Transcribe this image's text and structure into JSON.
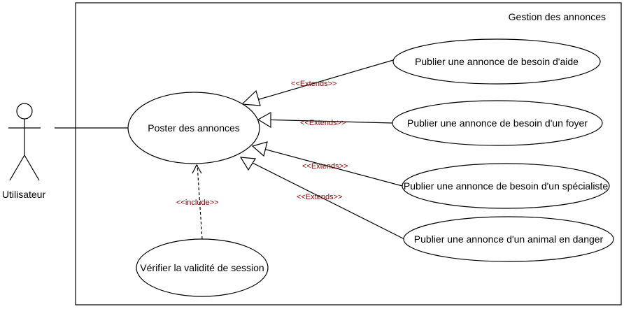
{
  "system": {
    "name": "Gestion des annonces"
  },
  "actor": {
    "name": "Utilisateur"
  },
  "use_cases": {
    "main": "Poster des annonces",
    "session": "Vérifier la validité de session",
    "aide": "Publier une annonce de besoin d'aide",
    "foyer": "Publier une annonce de besoin d'un foyer",
    "specialiste": "Publier une annonce de besoin d'un spécialiste",
    "animal": "Publier une annonce d'un animal en danger"
  },
  "relations": {
    "extends_1": "<<Extends>>",
    "extends_2": "<<Extends>>",
    "extends_3": "<<Extends>>",
    "extends_4": "<<Extends>>",
    "include": "<<include>>"
  }
}
